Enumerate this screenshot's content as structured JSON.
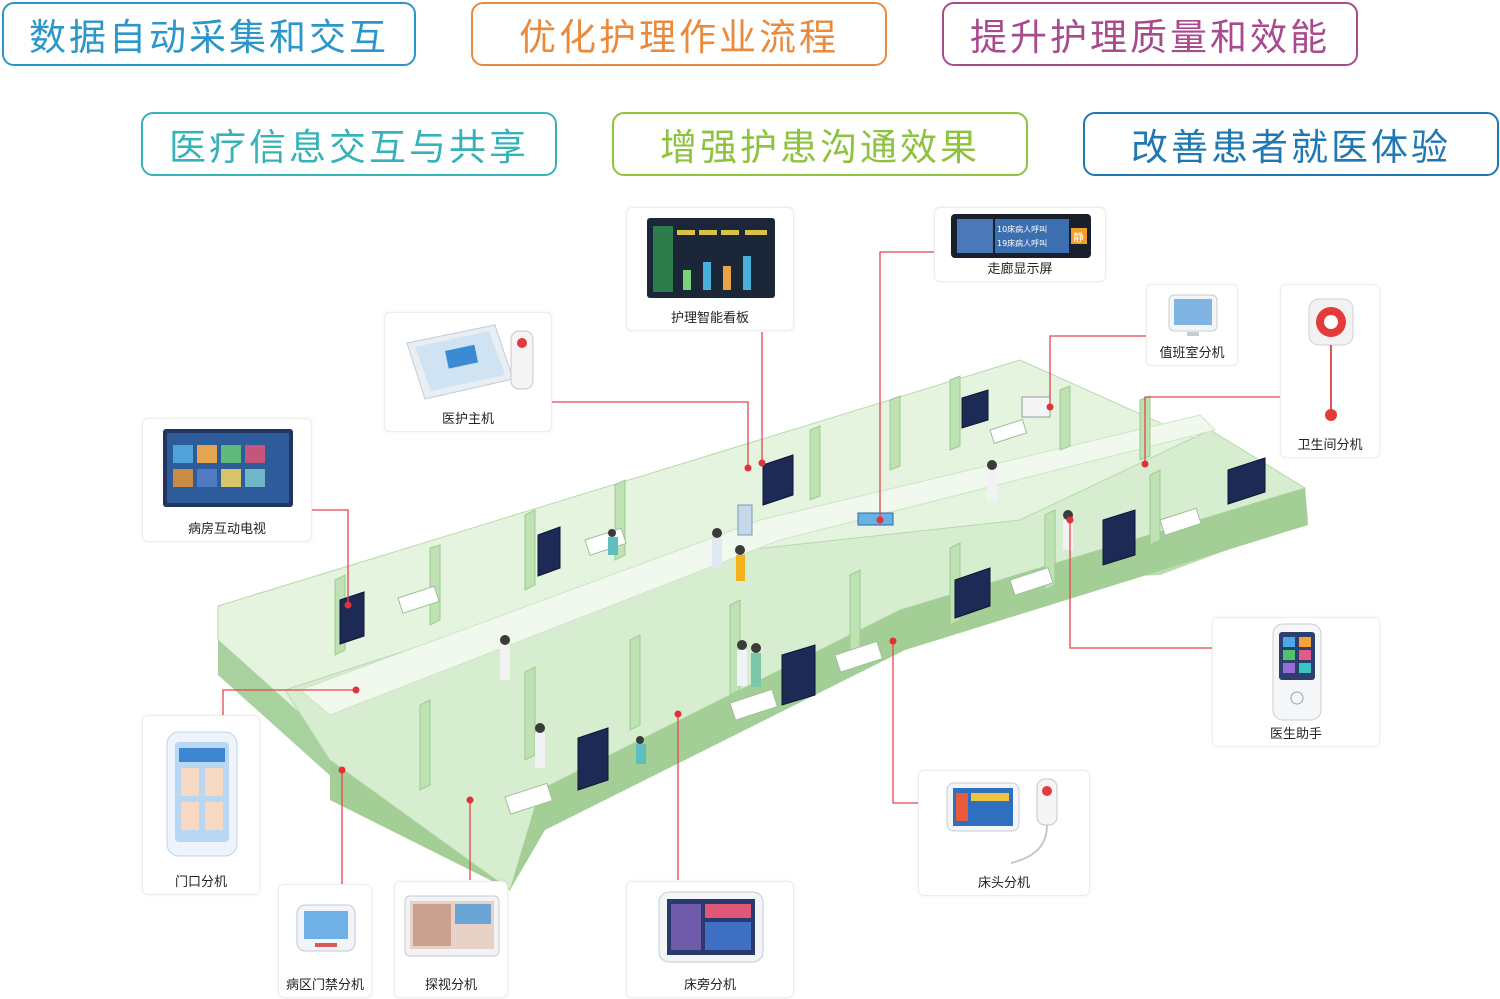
{
  "benefits": [
    {
      "label": "数据自动采集和交互",
      "color": "#2b96c9"
    },
    {
      "label": "优化护理作业流程",
      "color": "#ea8a3c"
    },
    {
      "label": "提升护理质量和效能",
      "color": "#a84a8d"
    },
    {
      "label": "医疗信息交互与共享",
      "color": "#36b3b8"
    },
    {
      "label": "增强护患沟通效果",
      "color": "#8dc33f"
    },
    {
      "label": "改善患者就医体验",
      "color": "#1f78b2"
    }
  ],
  "devices": {
    "board": "护理智能看板",
    "corridor": "走廊显示屏",
    "duty": "值班室分机",
    "toilet": "卫生间分机",
    "host": "医护主机",
    "tv": "病房互动电视",
    "assistant": "医生助手",
    "door": "门口分机",
    "bedhead": "床头分机",
    "access": "病区门禁分机",
    "visit": "探视分机",
    "bedside": "床旁分机"
  },
  "corridor_screen_text": [
    "10床病人呼叫",
    "19床病人呼叫",
    "静"
  ],
  "colors": {
    "wall": "#c7e6c0",
    "wall_dark": "#a9d39f",
    "floor": "#e3f3dd",
    "line": "#e4454e"
  }
}
